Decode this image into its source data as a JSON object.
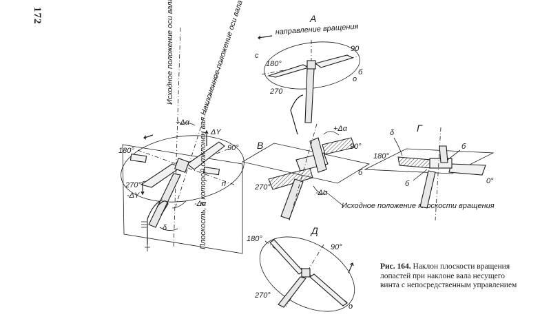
{
  "page_number": "172",
  "caption": {
    "label": "Рис. 164.",
    "text": "Наклон плоскости вращения лопастей при наклоне вала несущего винта с непосредственным управлением"
  },
  "main_view": {
    "shaft_original": "Исходное положение оси вала",
    "shaft_tilted": "Наклоненное положение оси вала",
    "delta_alpha_top": "+Δα",
    "delta_y_top": "ΔY",
    "deg_90": "90°",
    "deg_180": "180°",
    "deg_270": "270°",
    "minus_delta_y": "-ΔY",
    "minus_delta_alpha": "-Δα",
    "letter_p": "п",
    "delta_letter": "δ",
    "plane_label": "Плоскость, в которой отклонен вал"
  },
  "view_a": {
    "letter": "А",
    "rotation": "направление вращения",
    "deg_90": "90",
    "deg_180": "180°",
    "deg_270": "270",
    "letter_c": "с",
    "letter_b": "б",
    "letter_o": "о"
  },
  "view_v": {
    "letter": "В",
    "plus_da": "+Δα",
    "deg_90": "90°",
    "deg_270": "270°",
    "letter_b": "б",
    "minus_da": "-Δα",
    "plane_original": "Исходное положение плоскости вращения"
  },
  "view_g": {
    "letter": "Г",
    "delta": "δ",
    "deg_180": "180°",
    "deg_0": "0°",
    "letter_b1": "б",
    "letter_b2": "б"
  },
  "view_d": {
    "letter": "Д",
    "deg_180": "180°",
    "deg_90": "90°",
    "deg_270": "270°",
    "letter_o": "о"
  }
}
